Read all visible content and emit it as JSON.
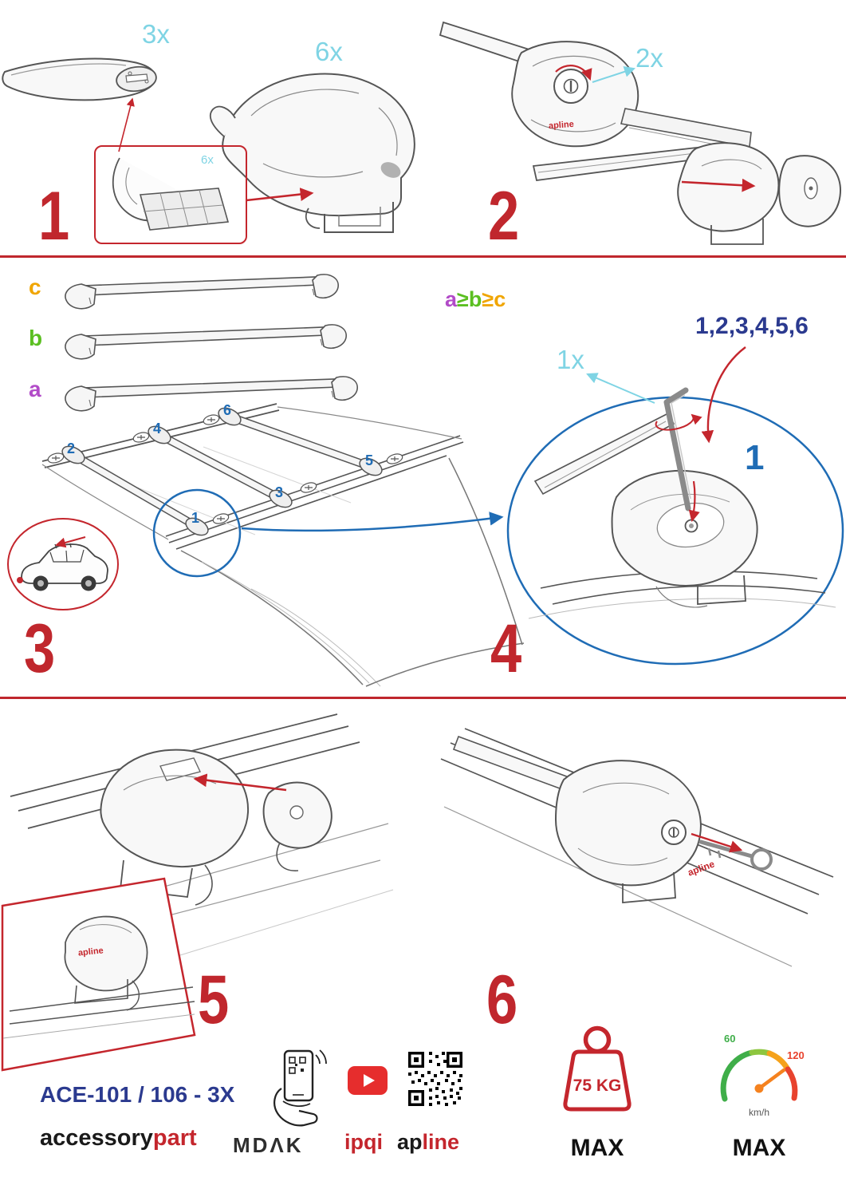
{
  "steps": {
    "s1": {
      "number": "1",
      "bar_qty": "3x",
      "foot_qty": "6x",
      "pad_qty": "6x"
    },
    "s2": {
      "number": "2",
      "lock_qty": "2x",
      "brand": "apline"
    },
    "s3": {
      "number": "3",
      "label_a": "a",
      "label_b": "b",
      "label_c": "c",
      "formula": {
        "a": "a",
        "ge1": "≥",
        "b": "b",
        "ge2": "≥",
        "c": "c"
      },
      "positions": [
        "1",
        "2",
        "3",
        "4",
        "5",
        "6"
      ]
    },
    "s4": {
      "number": "4",
      "tool_qty": "1x",
      "sequence": "1,2,3,4,5,6",
      "first": "1"
    },
    "s5": {
      "number": "5",
      "brand": "apline"
    },
    "s6": {
      "number": "6",
      "brand": "apline"
    }
  },
  "footer": {
    "product_code": "ACE-101 / 106 - 3X",
    "brand_black": "accessory",
    "brand_red": "part",
    "logo_mdak": "MDΛK",
    "logo_ipqi": "ipqi",
    "logo_apline_black": "ap",
    "logo_apline_red": "line",
    "weight_value": "75 KG",
    "weight_max": "MAX",
    "speed_low": "60",
    "speed_high": "120",
    "speed_unit": "km/h",
    "speed_max": "MAX"
  },
  "colors": {
    "accent_red": "#c4262d",
    "cyan": "#7fd4e4",
    "blue": "#1f6cb5",
    "navy": "#2b3a8f",
    "purple": "#b24bc8",
    "green": "#5bbf21",
    "orange": "#f0a500"
  }
}
